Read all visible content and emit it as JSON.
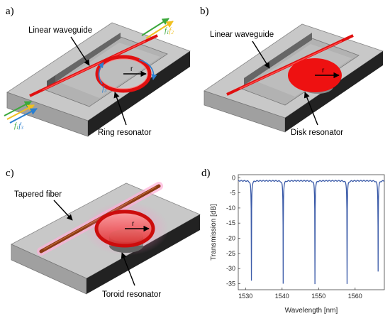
{
  "panels": {
    "a": {
      "letter": "a)",
      "waveguide_label": "Linear waveguide",
      "resonator_label": "Ring resonator",
      "radius_label": "r",
      "freq_out": [
        "f",
        "1",
        "f",
        "2"
      ],
      "freq_in": [
        "f",
        "1",
        "f",
        "3"
      ],
      "freq_ring": [
        "f",
        "3"
      ]
    },
    "b": {
      "letter": "b)",
      "waveguide_label": "Linear waveguide",
      "resonator_label": "Disk resonator",
      "radius_label": "r"
    },
    "c": {
      "letter": "c)",
      "fiber_label": "Tapered fiber",
      "resonator_label": "Toroid resonator",
      "radius_label": "r"
    },
    "d": {
      "letter": "d)"
    }
  },
  "colors": {
    "resonator_red": "#e01010",
    "arrow_green": "#3ca83c",
    "arrow_yellow": "#f0c020",
    "arrow_blue": "#2a7fd0",
    "spectrum_line": "#3a5aa8",
    "fiber_brown": "#8a3a12"
  },
  "chart_data": {
    "type": "line",
    "xlabel": "Wavelength [nm]",
    "ylabel": "Transmission [dB]",
    "xlim": [
      1528,
      1568
    ],
    "ylim": [
      -37,
      1
    ],
    "xticks": [
      1530,
      1540,
      1550,
      1560
    ],
    "yticks": [
      0,
      -5,
      -10,
      -15,
      -20,
      -25,
      -30,
      -35
    ],
    "baseline_db": -1,
    "dips": [
      {
        "wavelength_nm": 1531.6,
        "depth_db": -34
      },
      {
        "wavelength_nm": 1540.3,
        "depth_db": -35
      },
      {
        "wavelength_nm": 1549.0,
        "depth_db": -35
      },
      {
        "wavelength_nm": 1557.8,
        "depth_db": -35
      },
      {
        "wavelength_nm": 1566.3,
        "depth_db": -31
      }
    ]
  }
}
